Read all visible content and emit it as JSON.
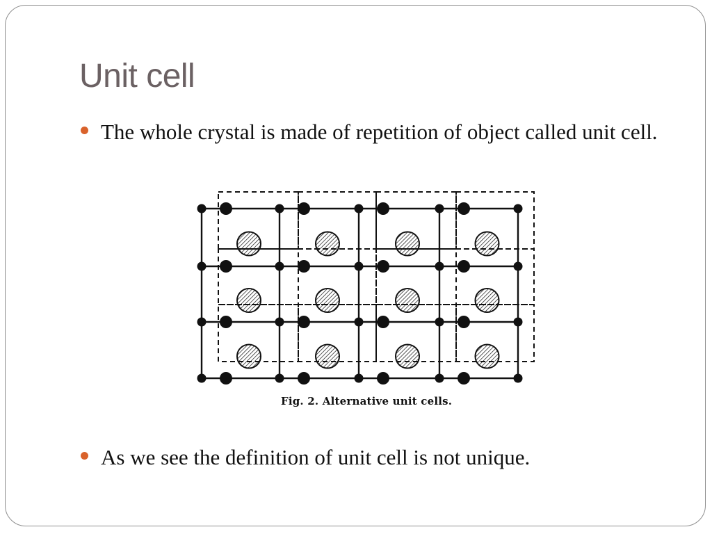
{
  "slide": {
    "title": "Unit cell",
    "bullets": [
      "The whole crystal is made of repetition of object called unit cell.",
      "As we see the definition of unit cell is not unique."
    ],
    "figure_caption": "Fig. 2.  Alternative unit cells.",
    "colors": {
      "title": "#6b6163",
      "bullet_dot": "#d9622b",
      "text": "#111111"
    }
  }
}
